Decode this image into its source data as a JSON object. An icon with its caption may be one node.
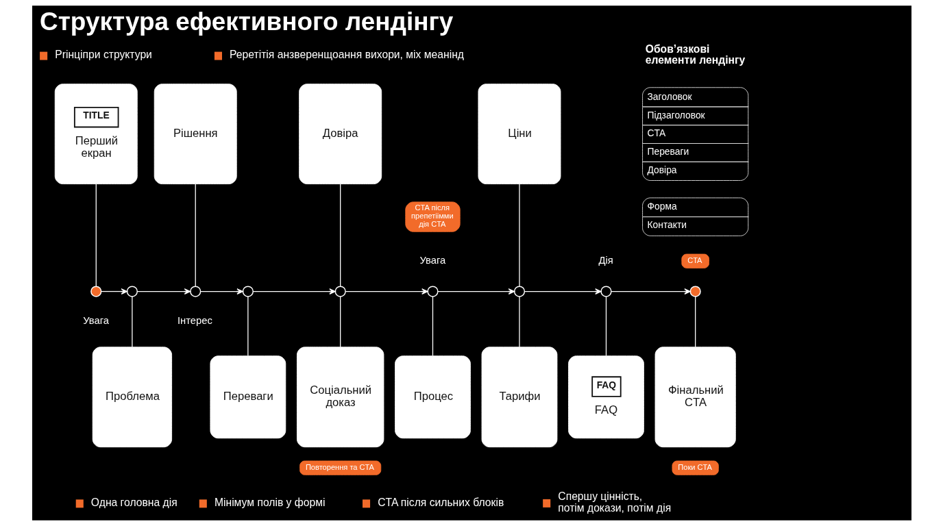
{
  "diagram": {
    "title": "Структура ефективного лендінгу",
    "nodes": [
      {
        "text": [
          "TITLE",
          "Перший екран"
        ]
      },
      {
        "text": [
          "Рішення"
        ]
      },
      {
        "text": [
          "Довіра"
        ]
      },
      {
        "text": [
          "CTA після препетіімми дія CTA"
        ]
      },
      {
        "text": [
          "Ціни"
        ]
      },
      {
        "text": [
          "CTA"
        ]
      },
      {
        "text": [],
        "shape": "circle",
        "beside": [
          "Увага"
        ]
      },
      {
        "text": [],
        "shape": "circle"
      },
      {
        "text": [],
        "shape": "circle",
        "beside": [
          "Інтерес"
        ]
      },
      {
        "text": [],
        "shape": "circle"
      },
      {
        "text": [],
        "shape": "circle"
      },
      {
        "text": [],
        "shape": "circle",
        "beside": [
          "Увага"
        ]
      },
      {
        "text": [],
        "shape": "circle"
      },
      {
        "text": [],
        "shape": "circle",
        "beside": [
          "Дія"
        ]
      },
      {
        "text": [],
        "shape": "circle"
      },
      {
        "text": [
          "Проблема"
        ]
      },
      {
        "text": [
          "Переваги"
        ]
      },
      {
        "text": [
          "Соціальний доказ"
        ]
      },
      {
        "text": [
          "Процес"
        ]
      },
      {
        "text": [
          "Тарифи"
        ]
      },
      {
        "text": [
          "FAQ",
          "FAQ"
        ]
      },
      {
        "text": [
          "Фінальний CTA"
        ]
      },
      {
        "text": [
          "Повторення та CTA"
        ]
      },
      {
        "text": [
          "Поки CTA"
        ]
      },
      {
        "text": [
          "Заголовок",
          "Підзаголовок",
          "CTA",
          "Переваги",
          "Довіра"
        ]
      },
      {
        "text": [
          "Форма",
          "Контакти"
        ]
      }
    ],
    "edges": [
      {
        "from": 6,
        "to": 7,
        "arrow": "to"
      },
      {
        "from": 7,
        "to": 8,
        "arrow": "to"
      },
      {
        "from": 8,
        "to": 9,
        "arrow": "to"
      },
      {
        "from": 9,
        "to": 10,
        "arrow": "to"
      },
      {
        "from": 10,
        "to": 11,
        "arrow": "to"
      },
      {
        "from": 11,
        "to": 12,
        "arrow": "to"
      },
      {
        "from": 12,
        "to": 13,
        "arrow": "to"
      },
      {
        "from": 13,
        "to": 14,
        "arrow": "to"
      },
      {
        "from": 0,
        "to": 6,
        "arrow": "none"
      },
      {
        "from": 7,
        "to": 15,
        "arrow": "none"
      },
      {
        "from": 1,
        "to": 8,
        "arrow": "none"
      },
      {
        "from": 9,
        "to": 16,
        "arrow": "none"
      },
      {
        "from": 2,
        "to": 10,
        "arrow": "none"
      },
      {
        "from": 10,
        "to": 17,
        "arrow": "none"
      },
      {
        "from": 11,
        "to": 18,
        "arrow": "none"
      },
      {
        "from": 4,
        "to": 12,
        "arrow": "none"
      },
      {
        "from": 12,
        "to": 19,
        "arrow": "none"
      },
      {
        "from": 13,
        "to": 20,
        "arrow": "none"
      },
      {
        "from": 14,
        "to": 21,
        "arrow": "none"
      }
    ],
    "labels": [
      "Обов’язкові елементи лендінгу",
      "Рrінціпри структури",
      "Реретітія анзверенщоання вихори, міх меанінд",
      "Одна головна дія",
      "Мінімум полів у формі",
      "CTA після сильних блоків",
      "Спершу цінність, потім докази, потім дія"
    ]
  }
}
